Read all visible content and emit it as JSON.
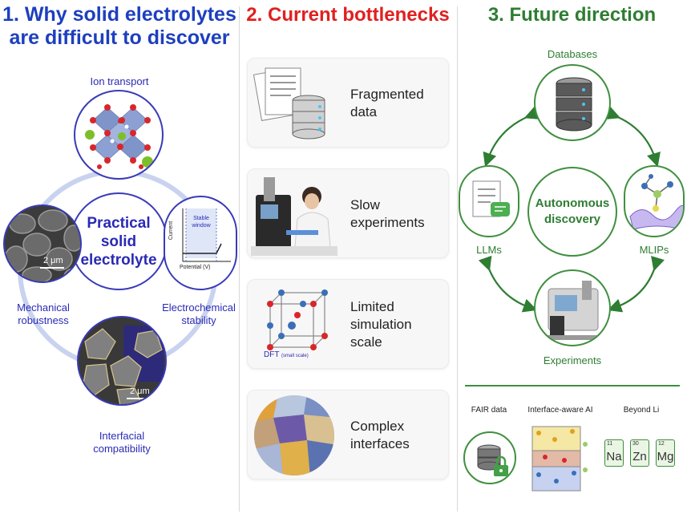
{
  "panel1": {
    "title": "1. Why solid electrolytes\nare difficult to discover",
    "center": "Practical\nsolid\nelectrolyte",
    "ion_transport": "Ion transport",
    "mechanical": "Mechanical\nrobustness",
    "electrochemical": "Electrochemical\nstability",
    "interfacial": "Interfacial\ncompatibility",
    "scale_top": "2 μm",
    "scale_bottom": "2 μm",
    "plot": {
      "stable_window": "Stable\nwindow",
      "ylabel": "Current",
      "xlabel": "Potential (V)"
    }
  },
  "panel2": {
    "title": "2. Current bottlenecks",
    "cards": [
      {
        "label": "Fragmented\ndata",
        "icon": "documents-database-icon"
      },
      {
        "label": "Slow\nexperiments",
        "icon": "lab-experiment-image"
      },
      {
        "label": "Limited\nsimulation\nscale",
        "icon": "crystal-lattice-icon"
      },
      {
        "label": "Complex\ninterfaces",
        "icon": "grain-interface-image"
      }
    ],
    "dft_label": "DFT",
    "dft_sub": "(small scale)"
  },
  "panel3": {
    "title": "3. Future direction",
    "center": "Autonomous\ndiscovery",
    "databases": "Databases",
    "llms": "LLMs",
    "mlips": "MLIPs",
    "experiments": "Experiments",
    "bottom": {
      "fair": "FAIR data",
      "interface_ai": "Interface-aware AI",
      "beyond_li": "Beyond Li",
      "elements": [
        {
          "number": "11",
          "symbol": "Na"
        },
        {
          "number": "30",
          "symbol": "Zn"
        },
        {
          "number": "12",
          "symbol": "Mg"
        }
      ]
    }
  },
  "colors": {
    "blue": "#1d3fbf",
    "red": "#e02020",
    "green": "#2e7d32"
  }
}
